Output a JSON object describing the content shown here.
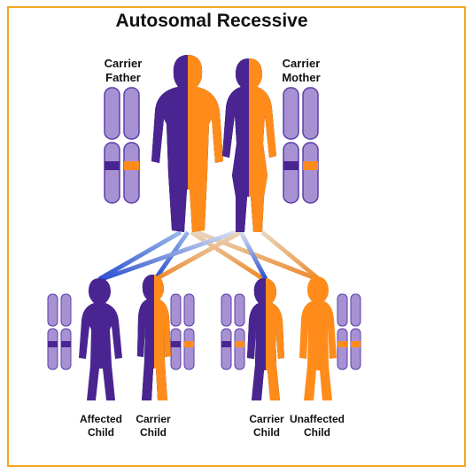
{
  "title": "Autosomal Recessive",
  "colors": {
    "purple": "#4a2592",
    "orange": "#ff8c1a",
    "chromosome_fill": "#a791d3",
    "chromosome_stroke": "#5a3fa8",
    "border": "#f5a623"
  },
  "parents": {
    "father": {
      "line1": "Carrier",
      "line2": "Father"
    },
    "mother": {
      "line1": "Carrier",
      "line2": "Mother"
    }
  },
  "children": [
    {
      "line1": "Affected",
      "line2": "Child"
    },
    {
      "line1": "Carrier",
      "line2": "Child"
    },
    {
      "line1": "Carrier",
      "line2": "Child"
    },
    {
      "line1": "Unaffected",
      "line2": "Child"
    }
  ]
}
